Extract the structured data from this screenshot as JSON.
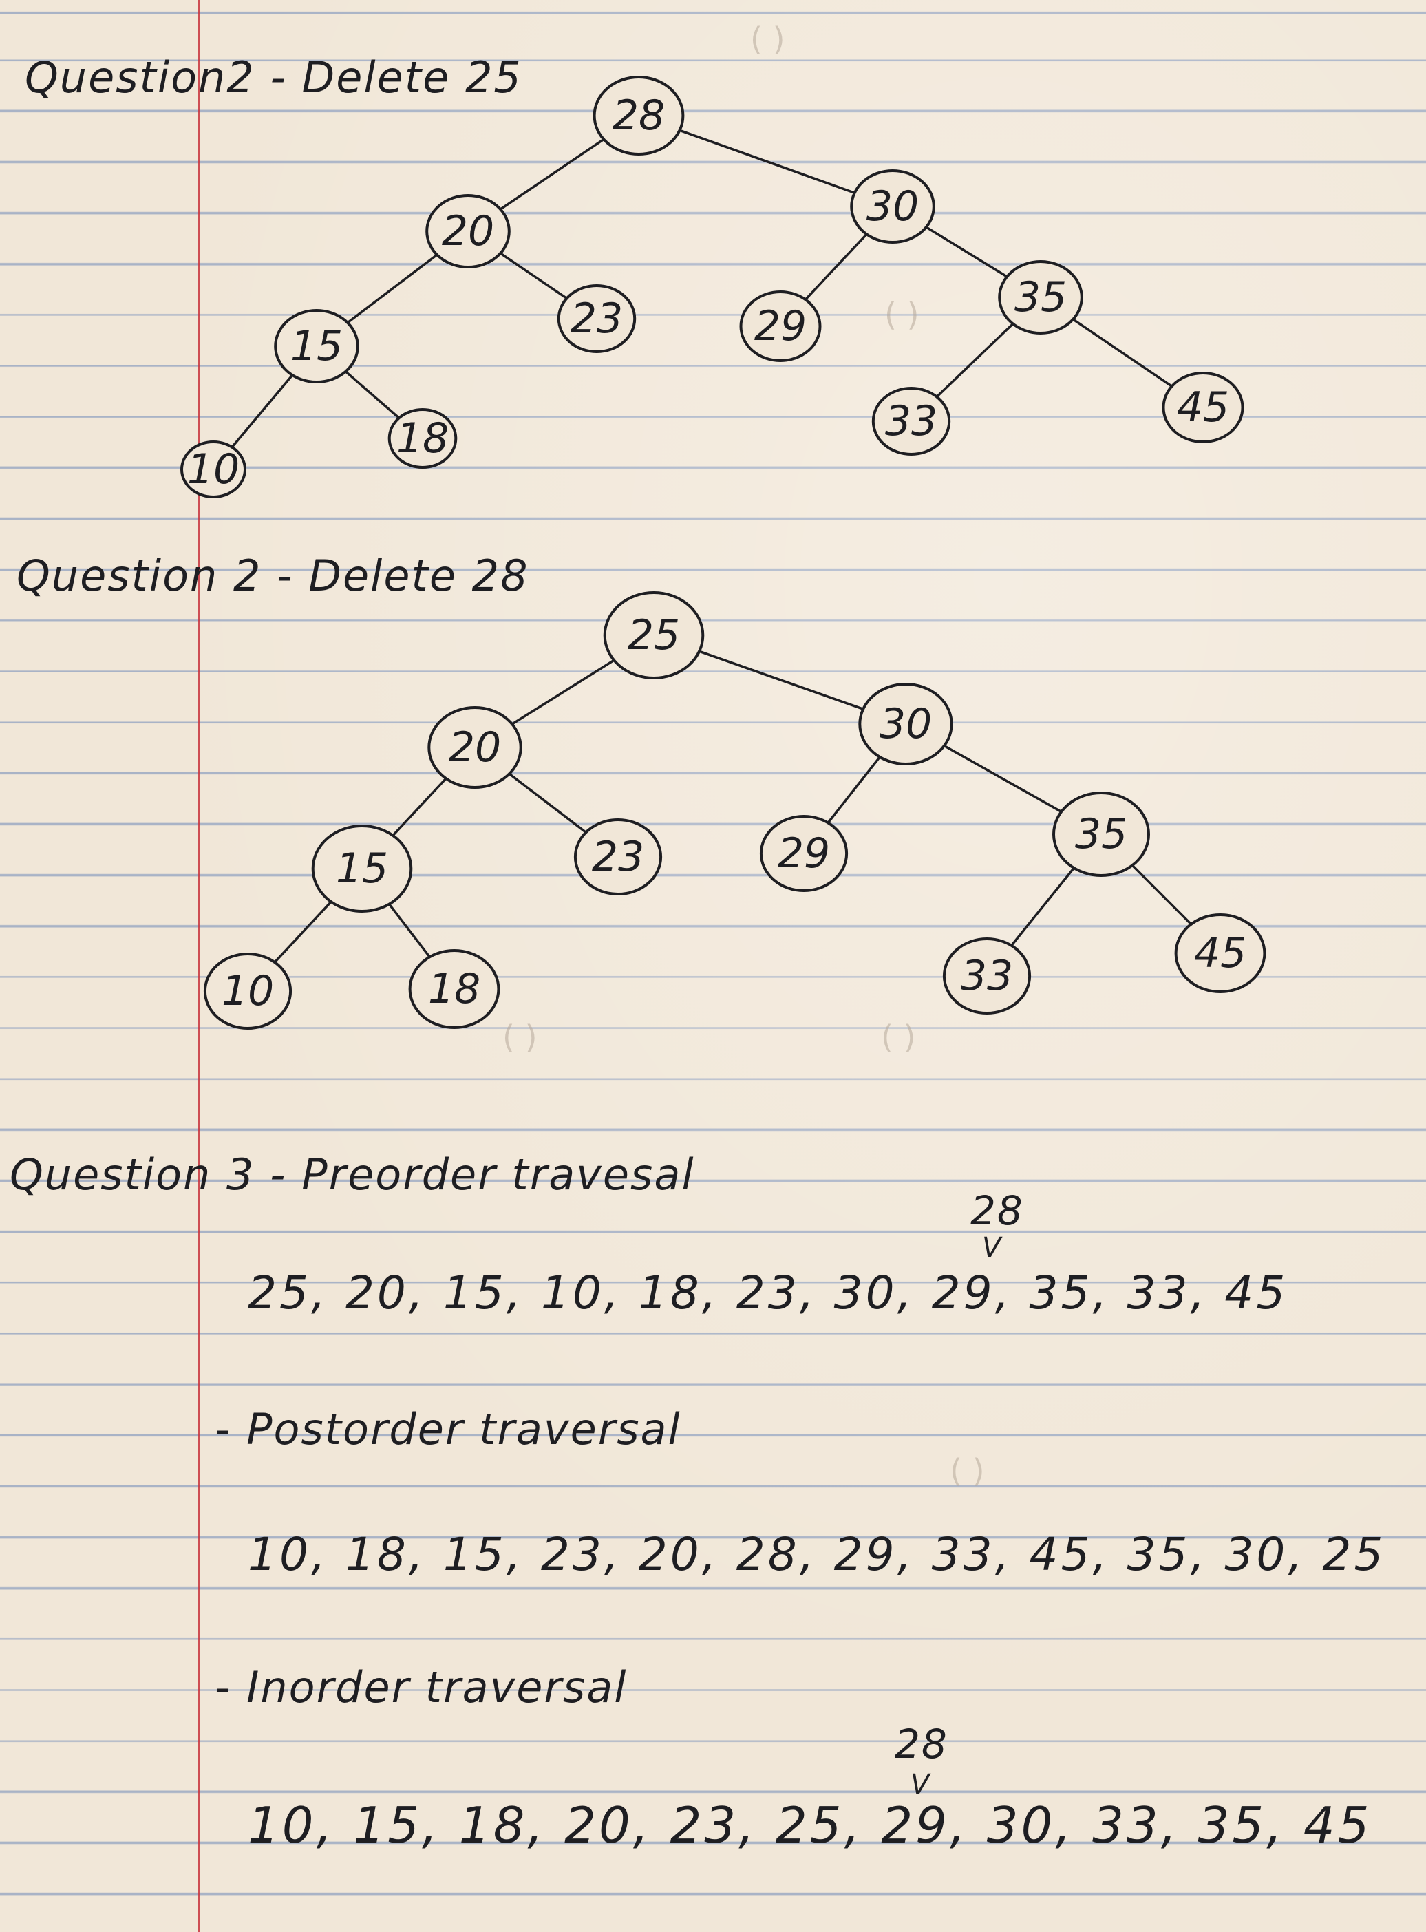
{
  "headings": {
    "q2_delete25": "Question2 - Delete 25",
    "q2_delete28": "Question 2 - Delete 28",
    "q3_preorder": "Question 3 - Preorder travesal",
    "postorder": "- Postorder traversal",
    "inorder": "- Inorder traversal"
  },
  "tree1_nodes": [
    "28",
    "20",
    "30",
    "15",
    "23",
    "29",
    "35",
    "10",
    "18",
    "33",
    "45"
  ],
  "tree2_nodes": [
    "25",
    "20",
    "30",
    "15",
    "23",
    "29",
    "35",
    "10",
    "18",
    "33",
    "45"
  ],
  "preorder": {
    "sequence": "25, 20, 15, 10, 18, 23, 30, 29, 35, 33, 45",
    "insert_note": "28",
    "caret": "V"
  },
  "postorder": {
    "sequence": "10, 18, 15, 23, 20, 28, 29, 33, 45, 35, 30, 25"
  },
  "inorder": {
    "sequence": "10, 15, 18, 20, 23, 25, 29, 30, 33, 35, 45",
    "insert_note": "28",
    "caret": "V"
  }
}
